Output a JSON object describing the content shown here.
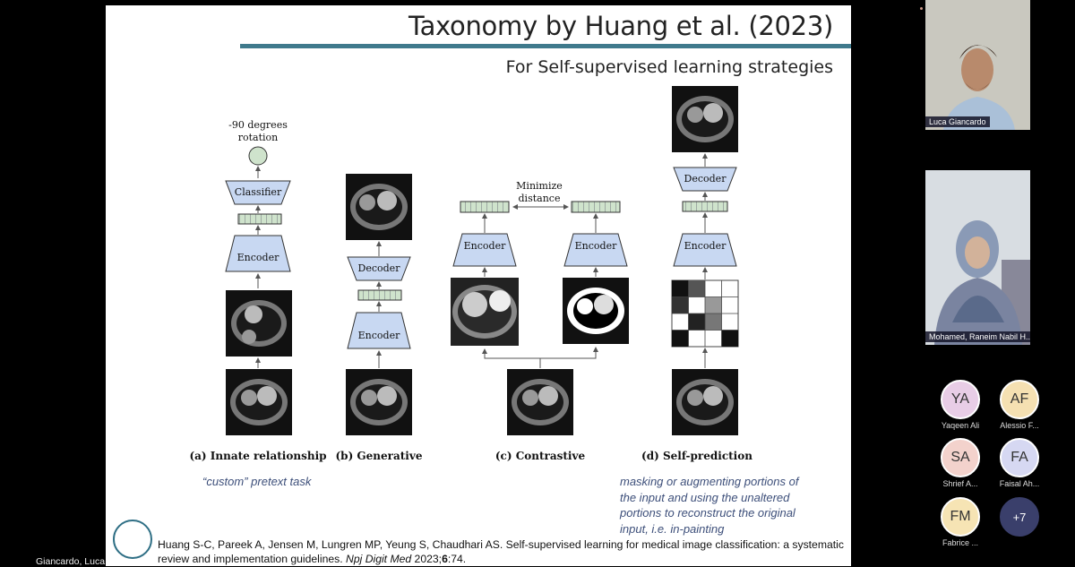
{
  "slide": {
    "title": "Taxonomy by Huang et al. (2023)",
    "subtitle": "For Self-supervised learning strategies",
    "figure": {
      "rotation_label_1": "-90 degrees",
      "rotation_label_2": "rotation",
      "classifier": "Classifier",
      "encoder": "Encoder",
      "decoder": "Decoder",
      "minimize_1": "Minimize",
      "minimize_2": "distance",
      "captions": [
        "(a) Innate relationship",
        "(b) Generative",
        "(c) Contrastive",
        "(d) Self-prediction"
      ]
    },
    "note_a": "“custom” pretext task",
    "note_d": "masking or augmenting portions of the input and using the unaltered portions to reconstruct the original input, i.e. in-painting",
    "citation": {
      "text": "Huang S-C, Pareek A, Jensen M, Lungren MP, Yeung S, Chaudhari AS. Self-supervised learning for medical image classification: a systematic review and implementation guidelines. ",
      "journal": "Npj Digit Med",
      "year": " 2023;",
      "volume": "6",
      "pages": ":74."
    }
  },
  "presenter_label": "Giancardo, Luca",
  "participants": {
    "videos": [
      {
        "name": "Luca Giancardo"
      },
      {
        "name": "Mohamed, Raneim Nabil H..."
      }
    ],
    "avatars": [
      {
        "initials": "YA",
        "name": "Yaqeen Ali",
        "color": "#e8cde6"
      },
      {
        "initials": "AF",
        "name": "Alessio F...",
        "color": "#f5e0b2"
      },
      {
        "initials": "SA",
        "name": "Shrief A...",
        "color": "#f3d2cc"
      },
      {
        "initials": "FA",
        "name": "Faisal Ah...",
        "color": "#d6d8f2"
      },
      {
        "initials": "FM",
        "name": "Fabrice ...",
        "color": "#f6e4b4"
      },
      {
        "initials": "+7",
        "name": "",
        "color": "#3a3f6b"
      }
    ]
  },
  "colors": {
    "accent_bar": "#3f7a8c",
    "block_fill": "#c8d8f2",
    "feature_fill": "#cfe3cc",
    "note_text": "#3d4f7a"
  }
}
